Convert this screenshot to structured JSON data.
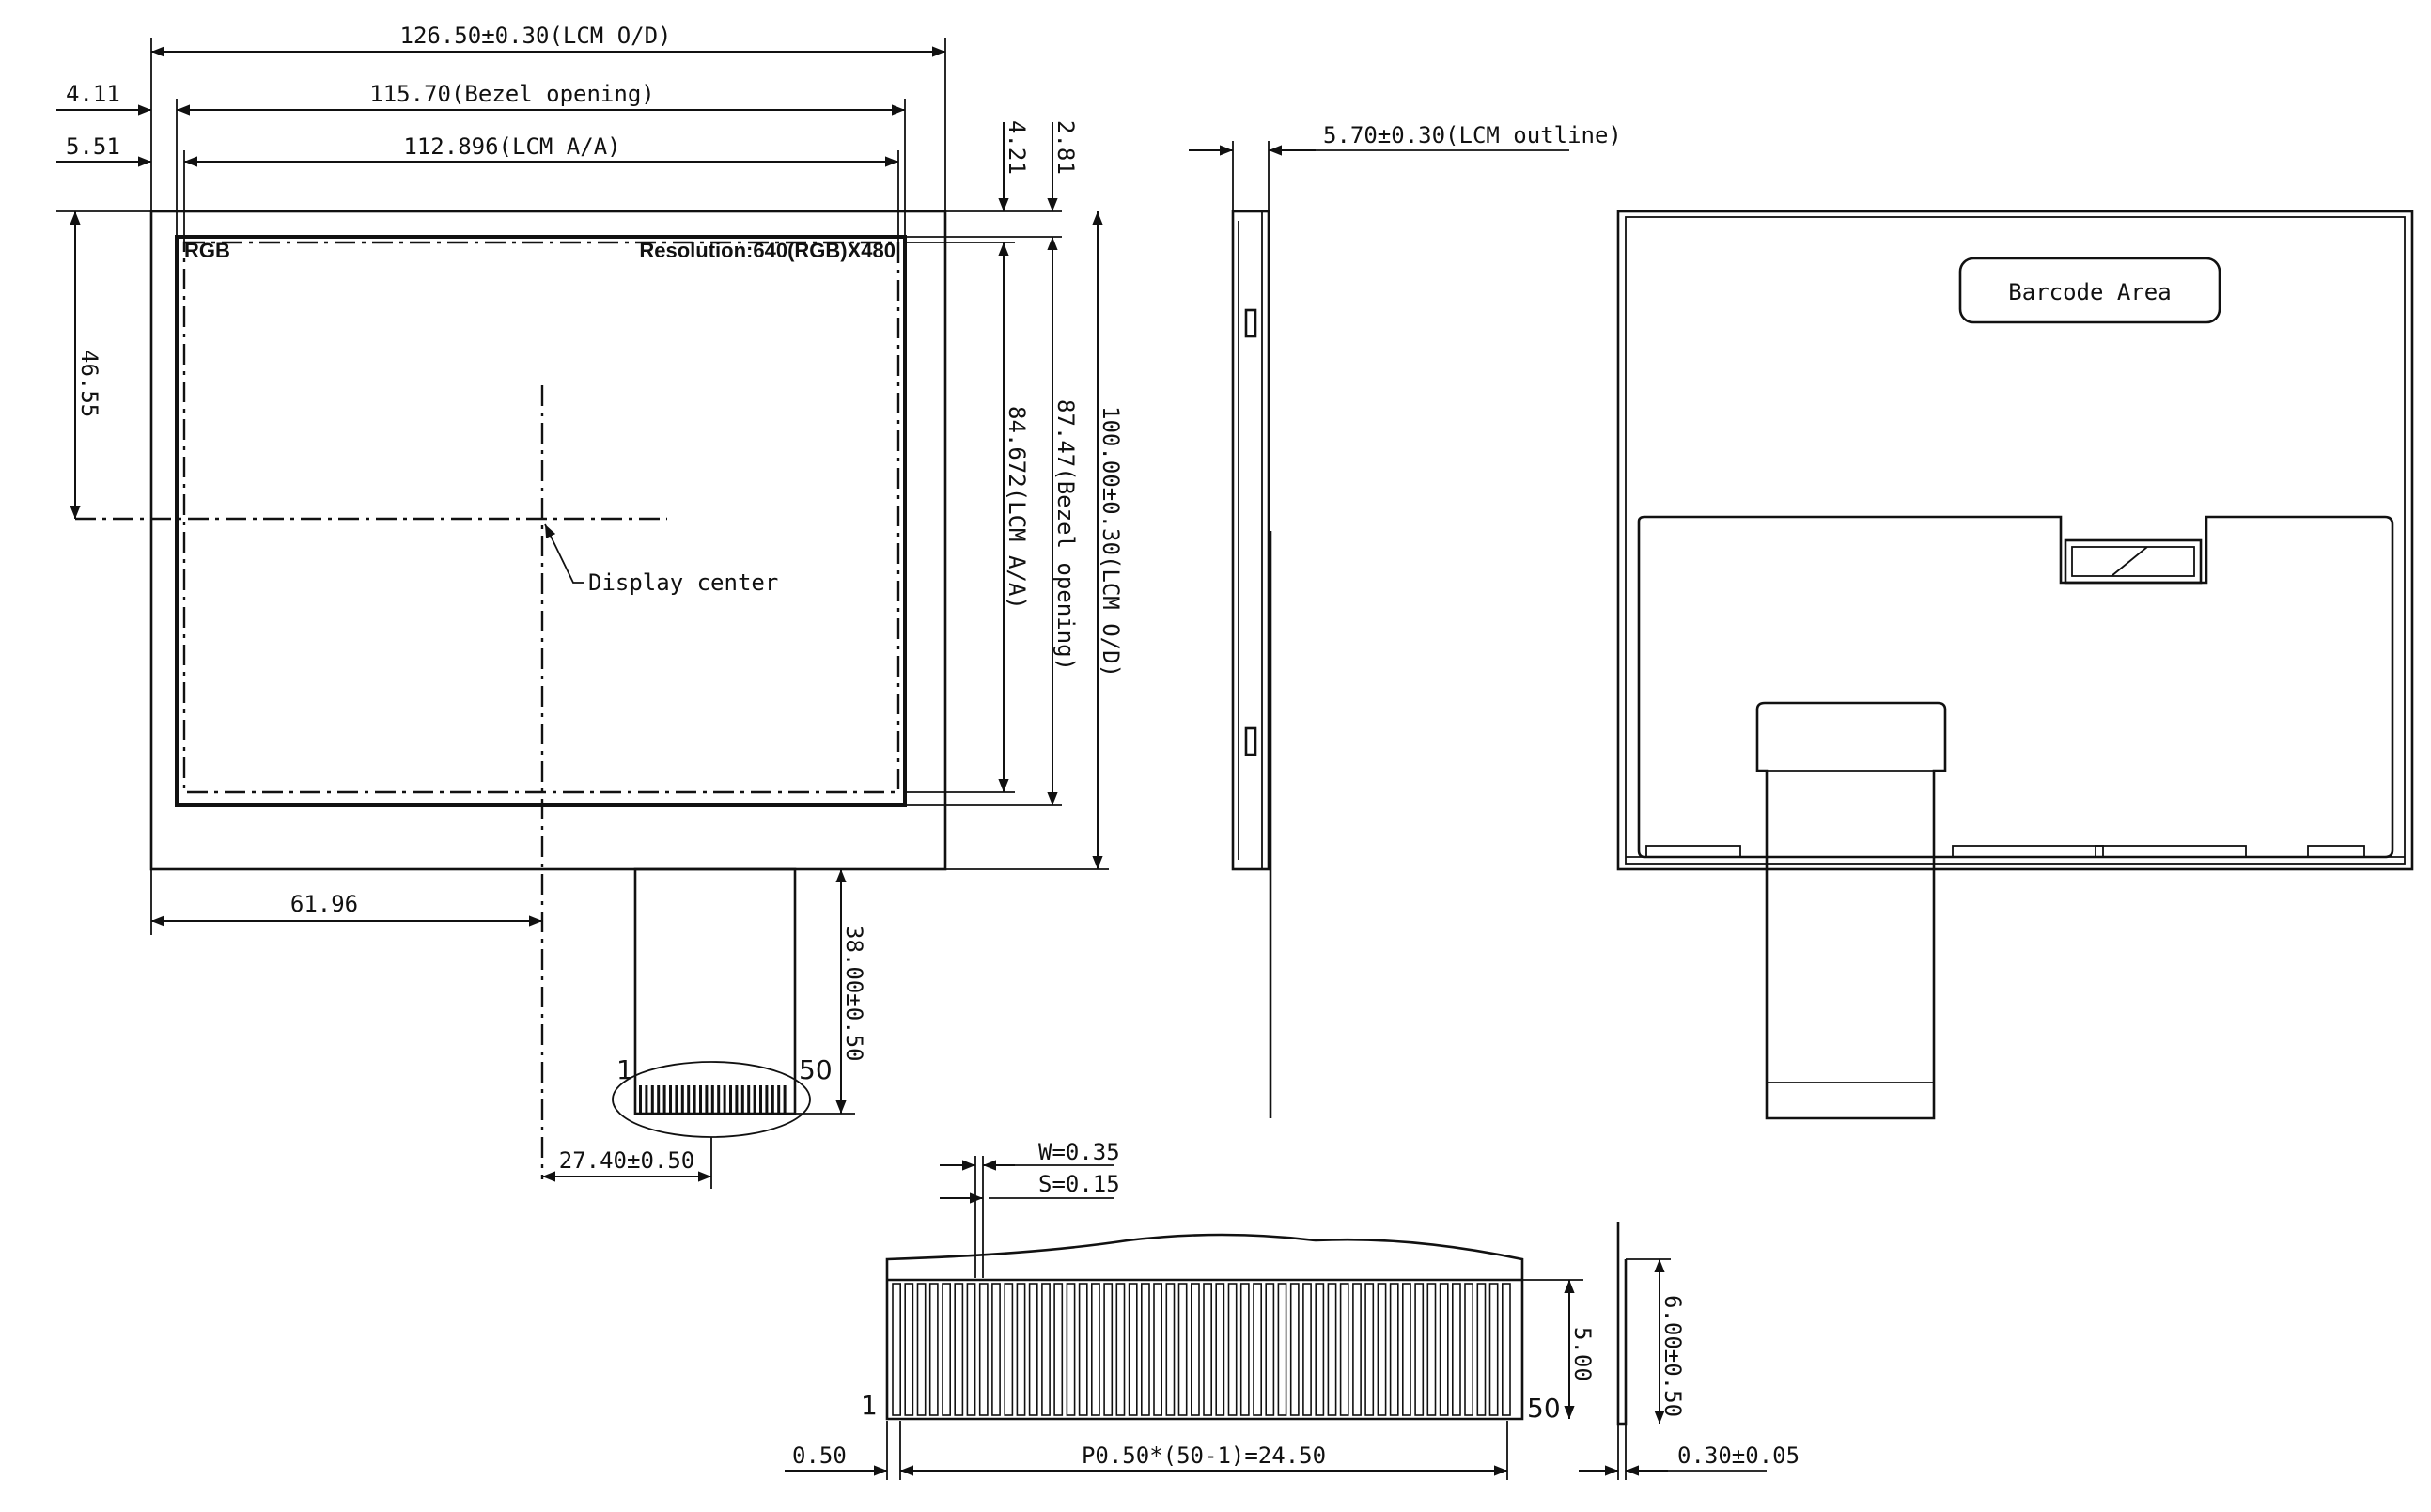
{
  "front": {
    "dim_overall_width": "126.50±0.30(LCM O/D)",
    "dim_bezel_width": "115.70(Bezel opening)",
    "dim_aa_width": "112.896(LCM A/A)",
    "dim_left_bezel": "4.11",
    "dim_left_aa": "5.51",
    "dim_top_bezel": "4.21",
    "dim_top_aa": "2.81",
    "dim_center_y": "46.55",
    "dim_aa_height": "84.672(LCM A/A)",
    "dim_bezel_height": "87.47(Bezel opening)",
    "dim_overall_height": "100.00±0.30(LCM O/D)",
    "dim_center_x": "61.96",
    "dim_fpc_length": "38.00±0.50",
    "dim_fpc_offset": "27.40±0.50",
    "label_rgb": "RGB",
    "label_resolution": "Resolution:640(RGB)X480",
    "label_display_center": "Display center",
    "pin_first": "1",
    "pin_last": "50"
  },
  "side": {
    "dim_thickness": "5.70±0.30(LCM outline)"
  },
  "back": {
    "label_barcode": "Barcode Area"
  },
  "detail": {
    "dim_w": "W=0.35",
    "dim_s": "S=0.15",
    "dim_edge": "0.50",
    "dim_pitch": "P0.50*(50-1)=24.50",
    "dim_finger": "5.00",
    "dim_tail": "6.00±0.50",
    "dim_fpc_thk": "0.30±0.05",
    "pin_first": "1",
    "pin_last": "50",
    "pin_count": 50
  }
}
